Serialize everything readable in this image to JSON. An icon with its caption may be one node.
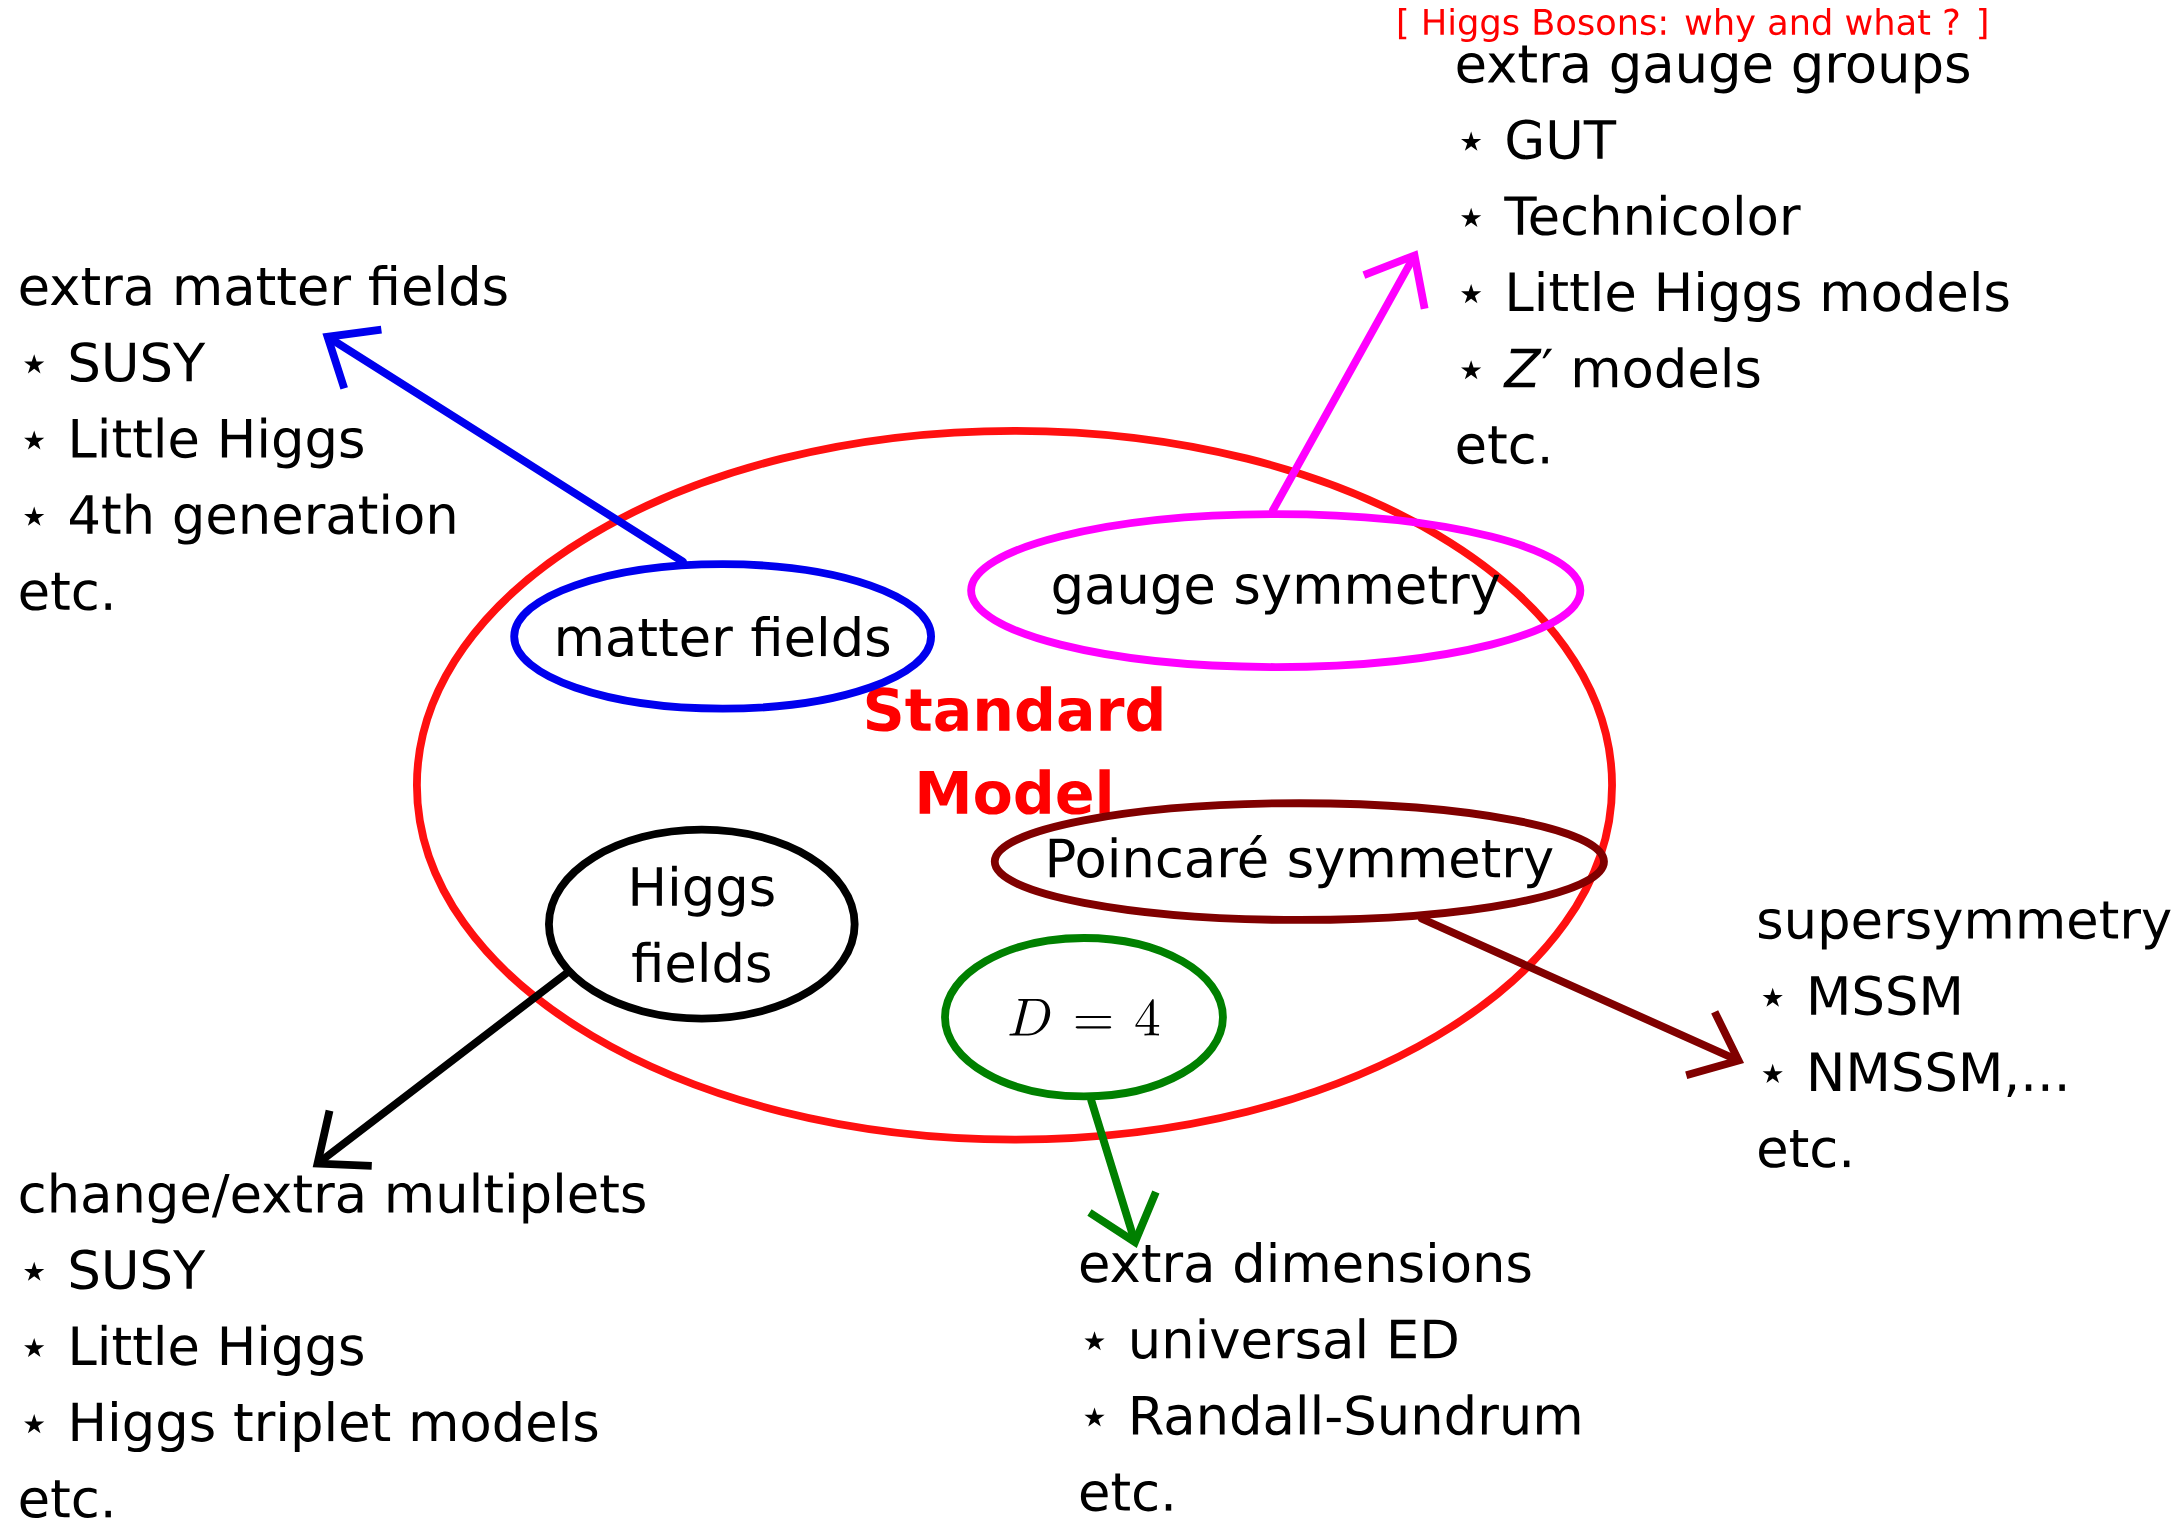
{
  "diagram": {
    "title": "[ Higgs Bosons: why and what ? ]",
    "nodes": [
      {
        "text": [
          "Standard Model"
        ]
      },
      {
        "text": [
          "matter fields"
        ],
        "in": 0
      },
      {
        "text": [
          "gauge symmetry"
        ],
        "in": 0
      },
      {
        "text": [
          "Higgs fields"
        ],
        "in": 0
      },
      {
        "text": [
          "Poincaré symmetry"
        ],
        "in": 0
      },
      {
        "text": [
          "D=4"
        ],
        "in": 0
      },
      {
        "text": [
          "extra matter fields",
          "⋆ SUSY",
          "⋆ Little Higgs",
          "⋆ 4th generation",
          "etc."
        ]
      },
      {
        "text": [
          "extra gauge groups",
          "⋆ GUT",
          "⋆ Technicolor",
          "⋆ Little Higgs models",
          "⋆ *Z*′ models",
          "etc."
        ]
      },
      {
        "text": [
          "change/extra multiplets",
          "⋆ SUSY",
          "⋆ Little Higgs",
          "⋆ Higgs triplet models",
          "etc."
        ]
      },
      {
        "text": [
          "supersymmetry",
          "⋆ MSSM",
          "⋆ NMSSM,...",
          "etc."
        ]
      },
      {
        "text": [
          "extra dimensions",
          "⋆ universal ED",
          "⋆ Randall-Sundrum",
          "etc."
        ]
      }
    ],
    "edges": [
      {
        "from": 1,
        "to": 6,
        "arrow": "to",
        "color": "#0000ee"
      },
      {
        "from": 2,
        "to": 7,
        "arrow": "to",
        "color": "#ff00ff"
      },
      {
        "from": 3,
        "to": 8,
        "arrow": "to",
        "color": "#000000"
      },
      {
        "from": 4,
        "to": 9,
        "arrow": "to",
        "color": "#800000"
      },
      {
        "from": 5,
        "to": 10,
        "arrow": "to",
        "color": "#008000"
      }
    ]
  }
}
